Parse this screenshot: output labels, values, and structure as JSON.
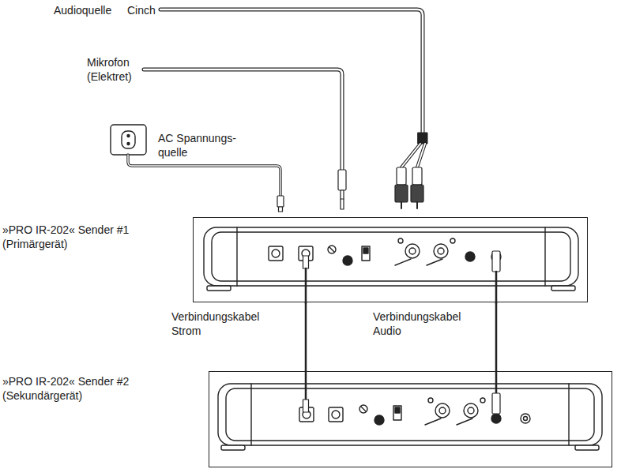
{
  "diagram": {
    "nodes": [
      {
        "text": [
          "»PRO IR-202« Sender #1 (Primärgerät)"
        ]
      },
      {
        "text": [
          "»PRO IR-202« Sender #2 (Sekundärgerät)"
        ]
      }
    ],
    "edges": [
      {
        "from": 0,
        "to": 1,
        "arrow": "none",
        "label": "Verbindungskabel Strom"
      },
      {
        "from": 0,
        "to": 1,
        "arrow": "none",
        "label": "Verbindungskabel Audio"
      }
    ],
    "labels": [
      "Audioquelle",
      "Cinch",
      "Mikrofon (Elektret)",
      "AC Spannungs- quelle"
    ]
  }
}
